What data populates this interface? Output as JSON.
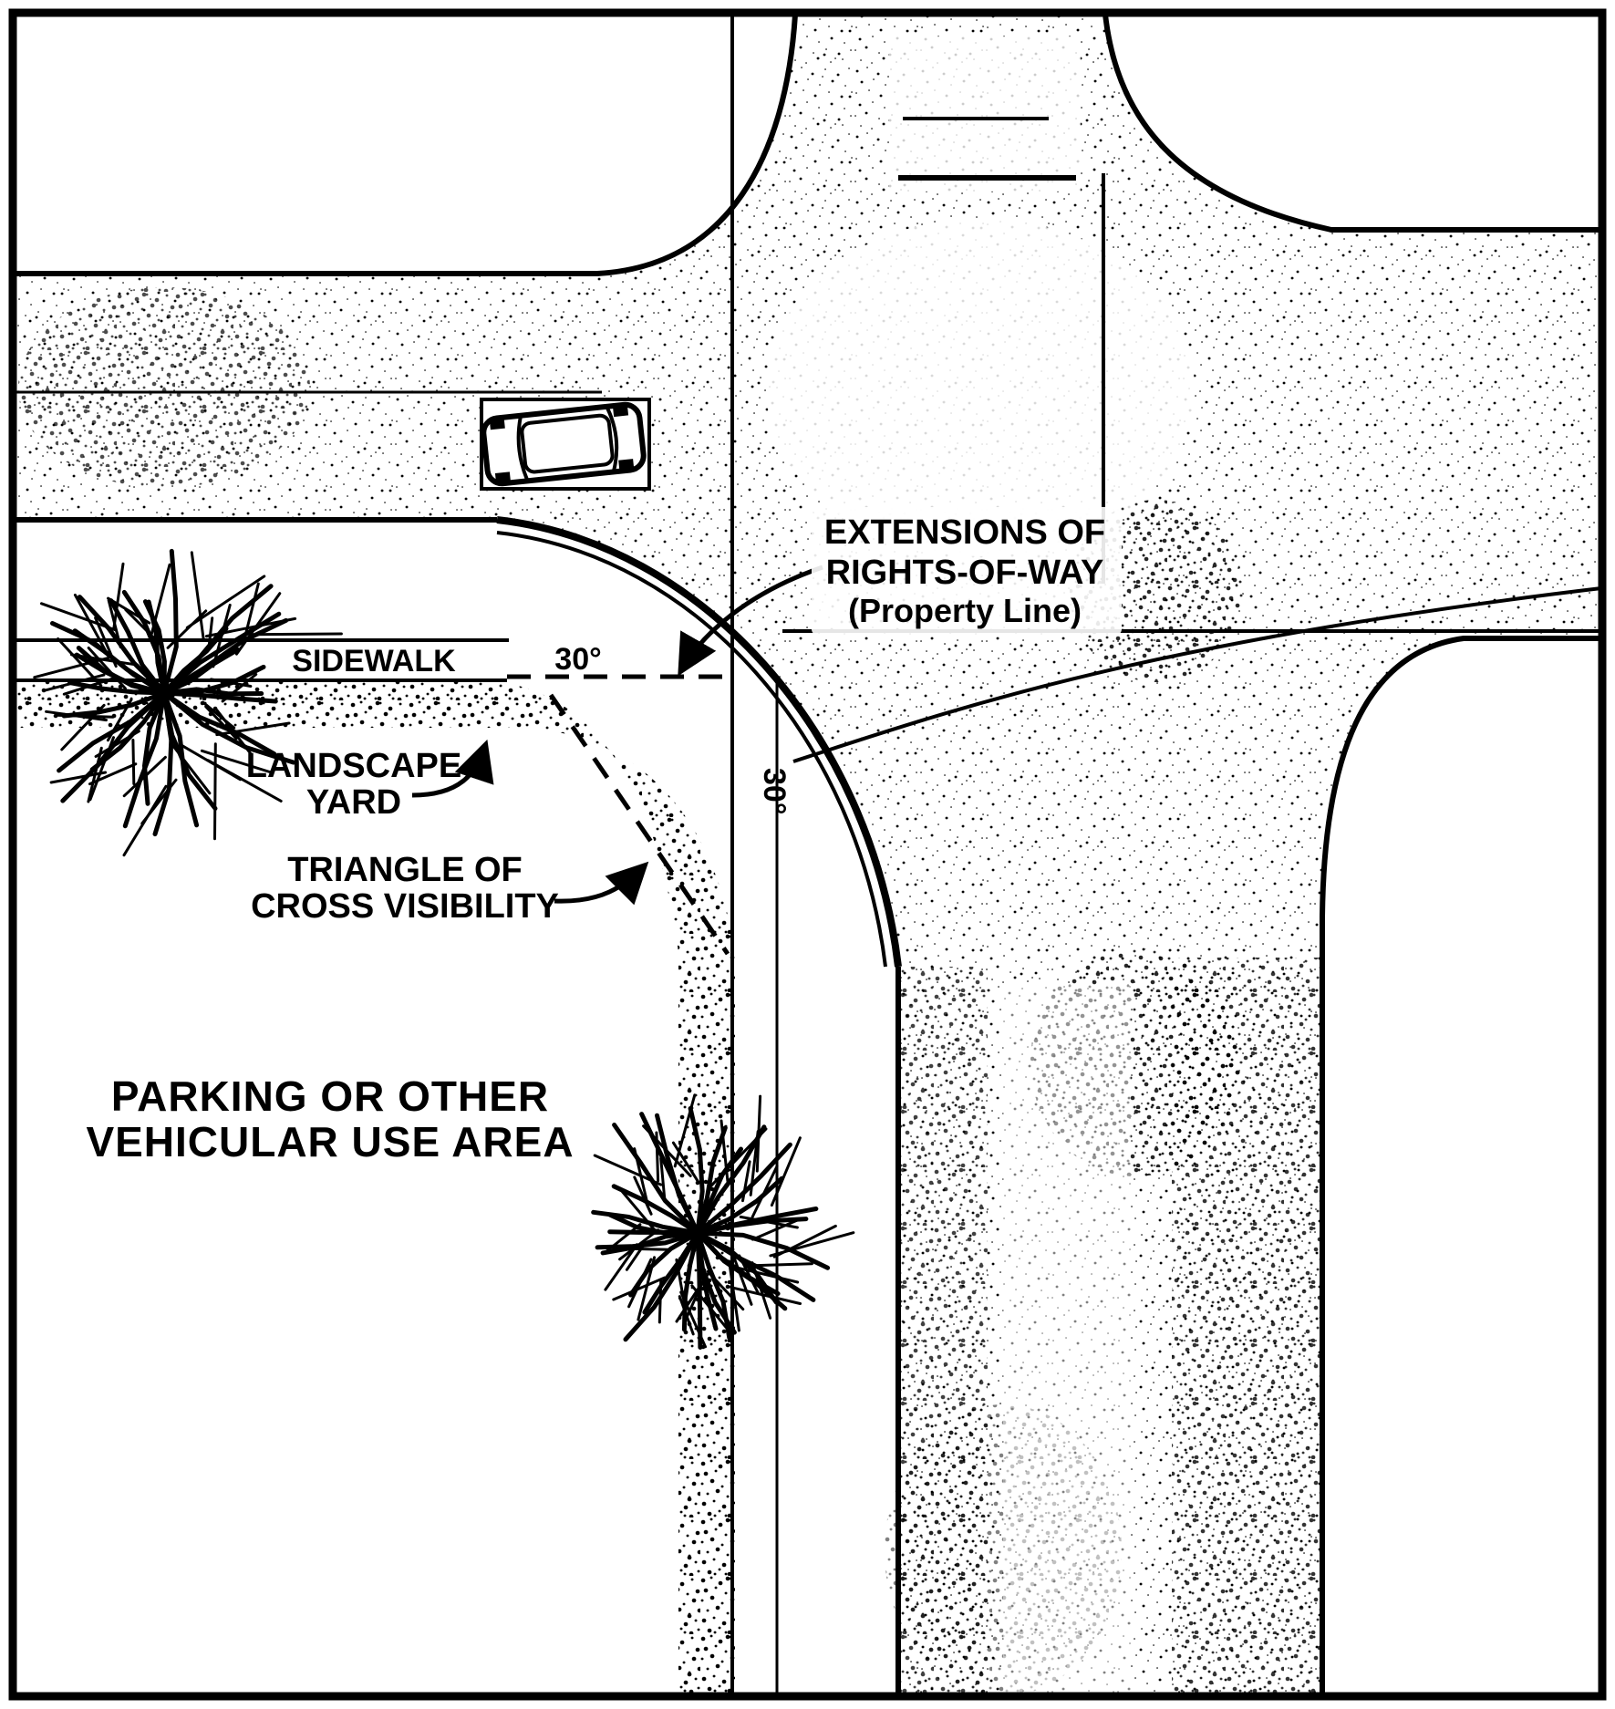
{
  "labels": {
    "extensions": {
      "line1": "EXTENSIONS  OF",
      "line2": "RIGHTS-OF-WAY",
      "line3": "(Property Line)"
    },
    "sidewalk": "SIDEWALK",
    "angle_horizontal": "30°",
    "angle_vertical": "30°",
    "landscape_yard": {
      "line1": "LANDSCAPE",
      "line2": "YARD"
    },
    "triangle": {
      "line1": "TRIANGLE OF",
      "line2": "CROSS VISIBILITY"
    },
    "parking": {
      "line1": "PARKING OR OTHER",
      "line2": "VEHICULAR USE AREA"
    }
  },
  "colors": {
    "ink": "#000000",
    "paper": "#ffffff"
  }
}
